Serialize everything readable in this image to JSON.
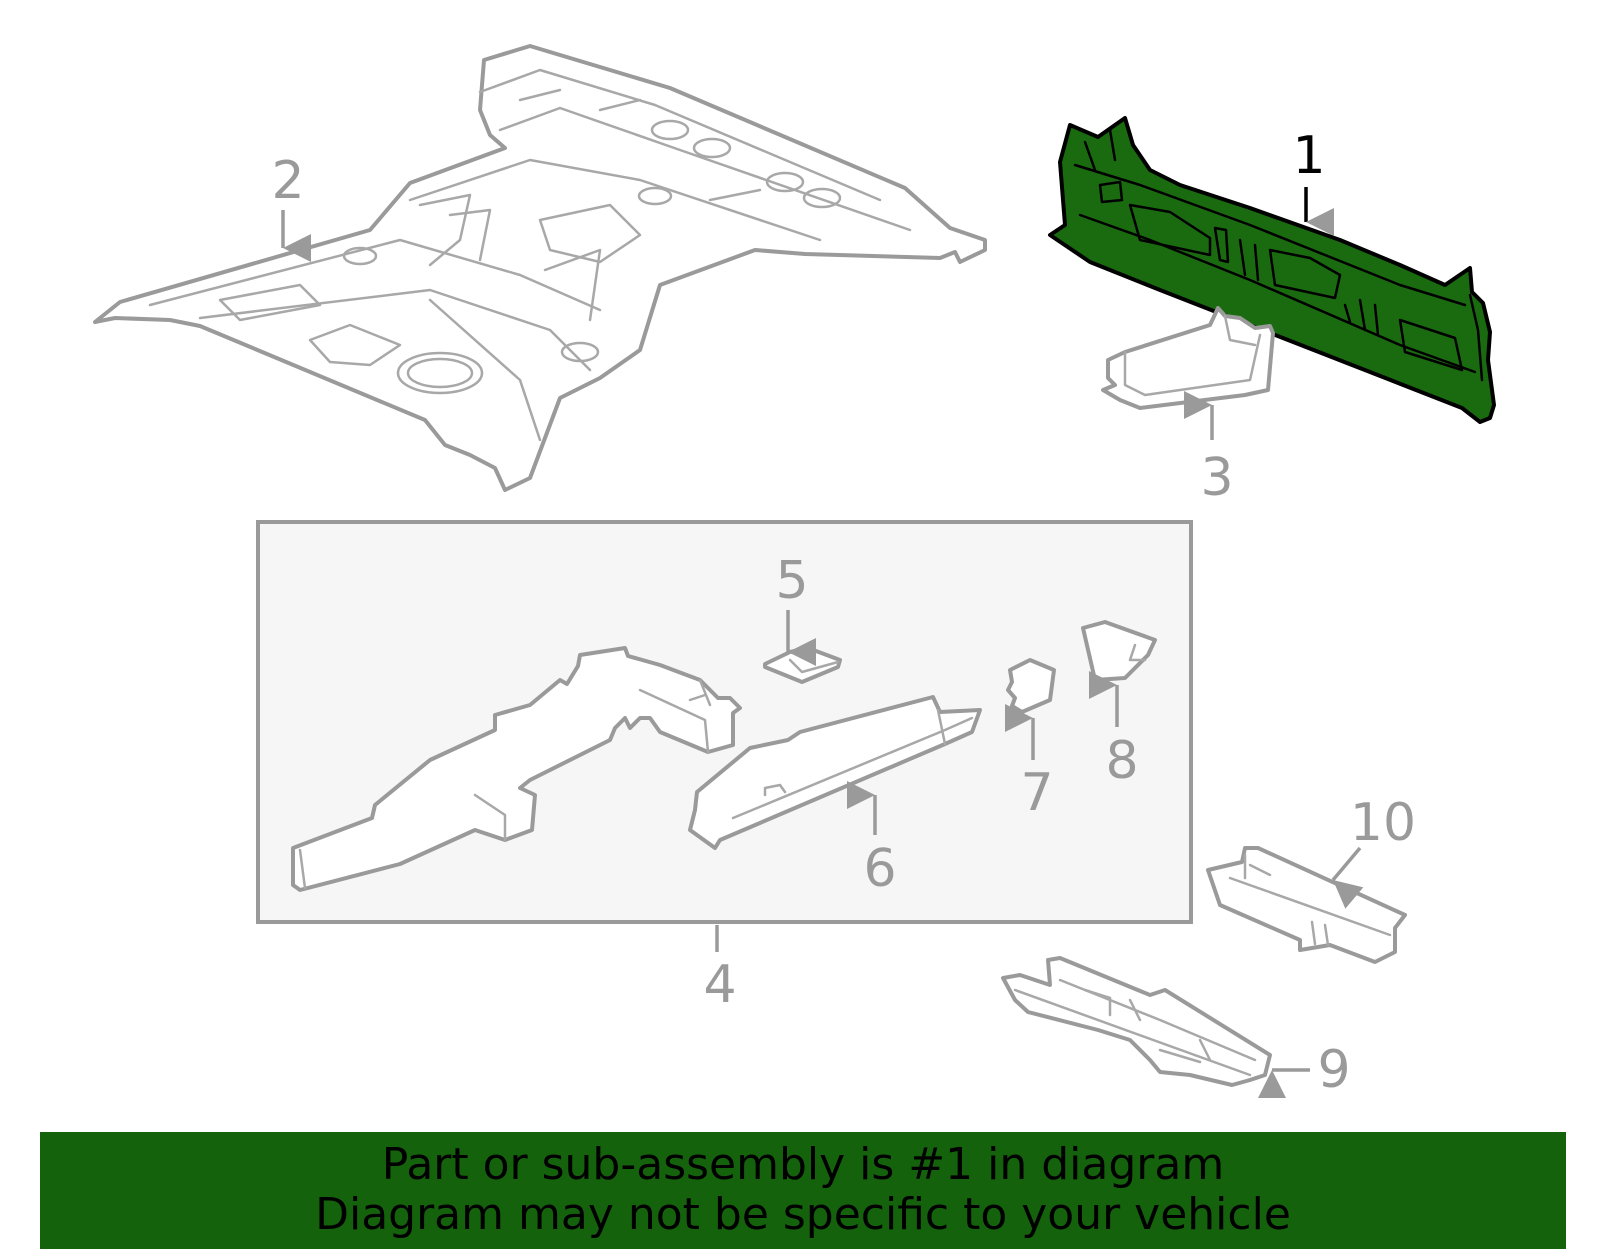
{
  "diagram": {
    "highlight_color": "#1a6b10",
    "part_stroke_color": "#9a9a9a",
    "highlighted_part": "1",
    "callouts": {
      "c1": "1",
      "c2": "2",
      "c3": "3",
      "c4": "4",
      "c5": "5",
      "c6": "6",
      "c7": "7",
      "c8": "8",
      "c9": "9",
      "c10": "10"
    }
  },
  "banner": {
    "background": "#15620c",
    "line1": "Part or sub-assembly is #1 in diagram",
    "line2": "Diagram may not be specific to your vehicle"
  }
}
